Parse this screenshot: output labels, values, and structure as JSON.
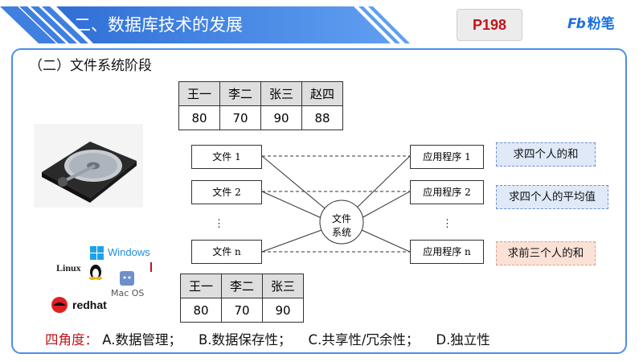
{
  "header": {
    "title": "二、数据库技术的发展",
    "page_badge": "P198",
    "brand": "粉笔",
    "brand_mark": "Fb"
  },
  "section": {
    "title": "（二）文件系统阶段"
  },
  "table_top": {
    "headers": [
      "王一",
      "李二",
      "张三",
      "赵四"
    ],
    "values": [
      "80",
      "70",
      "90",
      "88"
    ]
  },
  "table_bottom": {
    "headers": [
      "王一",
      "李二",
      "张三"
    ],
    "values": [
      "80",
      "70",
      "90"
    ]
  },
  "diagram": {
    "files": [
      "文件 1",
      "文件 2",
      "文件 n"
    ],
    "apps": [
      "应用程序 1",
      "应用程序 2",
      "应用程序 n"
    ],
    "center_line1": "文件",
    "center_line2": "系统",
    "ellipsis": "⋮"
  },
  "notes": [
    "求四个人的和",
    "求四个人的平均值",
    "求前三个人的和"
  ],
  "os_logos": {
    "windows": "Windows",
    "linux": "Linux",
    "macos": "Mac OS",
    "redhat": "redhat"
  },
  "footer": {
    "heading": "四角度：",
    "items": [
      "A.数据管理；",
      "B.数据保存性；",
      "C.共享性/冗余性；",
      "D.独立性"
    ]
  },
  "colors": {
    "header_blue": "#3f7fe0",
    "accent_red": "#c0151b",
    "frame_blue": "#4a8fe8"
  }
}
